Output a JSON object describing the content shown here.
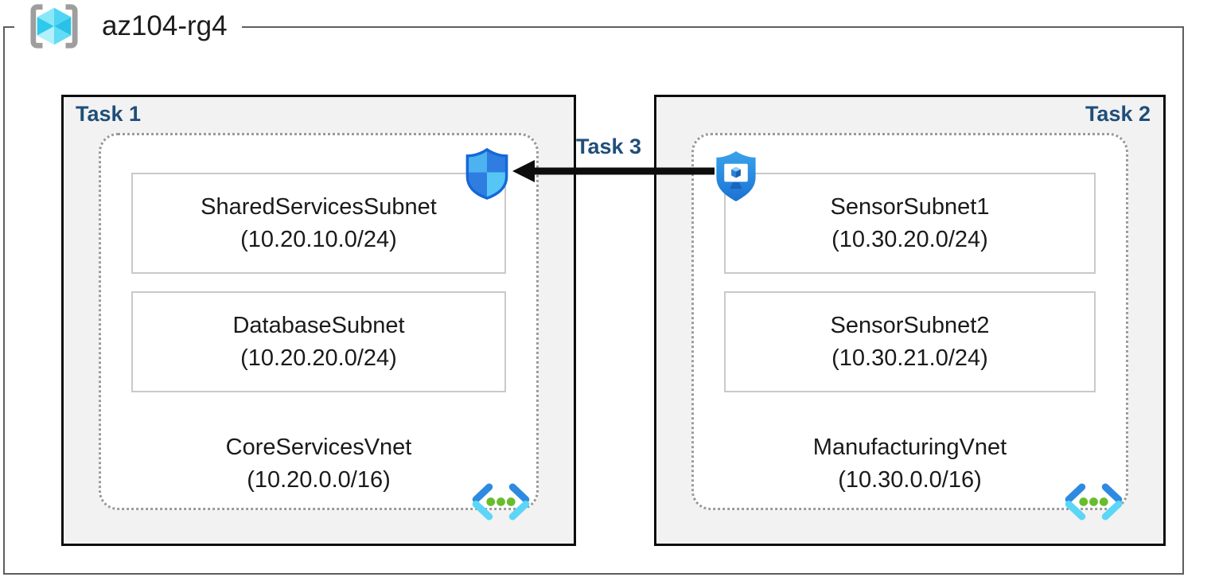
{
  "resource_group": {
    "name": "az104-rg4",
    "icon": "resource-group-icon"
  },
  "tasks": [
    {
      "label": "Task 1"
    },
    {
      "label": "Task 2"
    },
    {
      "label": "Task 3"
    }
  ],
  "vnets": [
    {
      "name": "CoreServicesVnet",
      "cidr": "(10.20.0.0/16)",
      "task": "Task 1",
      "vnet_icon": "virtual-network-icon",
      "attached_icon": "network-security-group-icon",
      "subnets": [
        {
          "name": "SharedServicesSubnet",
          "cidr": "(10.20.10.0/24)"
        },
        {
          "name": "DatabaseSubnet",
          "cidr": "(10.20.20.0/24)"
        }
      ]
    },
    {
      "name": "ManufacturingVnet",
      "cidr": "(10.30.0.0/16)",
      "task": "Task 2",
      "vnet_icon": "virtual-network-icon",
      "attached_icon": "application-security-group-icon",
      "subnets": [
        {
          "name": "SensorSubnet1",
          "cidr": "(10.30.20.0/24)"
        },
        {
          "name": "SensorSubnet2",
          "cidr": "(10.30.21.0/24)"
        }
      ]
    }
  ],
  "connection": {
    "label": "Task 3",
    "from": "application-security-group-icon",
    "to": "network-security-group-icon",
    "direction": "right-to-left"
  },
  "colors": {
    "task_label": "#1f4e79",
    "task_box_fill": "#f2f2f2",
    "task_box_border": "#0d0d0d",
    "outer_border": "#5e5e5e",
    "dotted_vnet_border": "#9a9a9a",
    "subnet_border": "#c9c9c9",
    "arrow": "#0d0d0d"
  }
}
